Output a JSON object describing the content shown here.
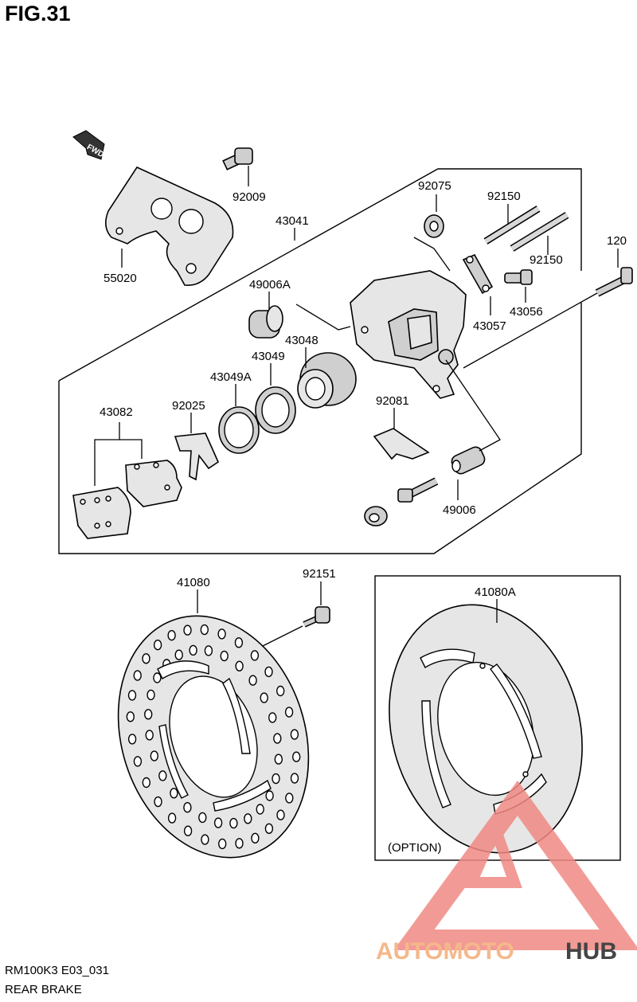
{
  "figure": {
    "title": "FIG.31"
  },
  "direction_arrow": {
    "label": "FWD"
  },
  "parts": {
    "bolt_92009": "92009",
    "bracket_55020": "55020",
    "caliper_43041": "43041",
    "boot_92075": "92075",
    "pin_92150_a": "92150",
    "pin_92150_b": "92150",
    "bolt_120": "120",
    "piston_seal_49006A": "49006A",
    "valve_43056": "43056",
    "bleeder_43057": "43057",
    "piston_43048": "43048",
    "seal_43049": "43049",
    "seal_43049A": "43049A",
    "pads_43082": "43082",
    "spring_92025": "92025",
    "plate_92081": "92081",
    "boot_49006": "49006",
    "disc_41080": "41080",
    "bolt_92151": "92151",
    "disc_option_41080A": "41080A"
  },
  "option_label": "(OPTION)",
  "watermark": {
    "text_a": "AUTOMOTO",
    "text_b": "HUB",
    "color_a": "#f5b88a",
    "color_b": "#444444",
    "logo_color": "#f08a84"
  },
  "footer": {
    "code": "RM100K3 E03_031",
    "name": "REAR BRAKE"
  }
}
